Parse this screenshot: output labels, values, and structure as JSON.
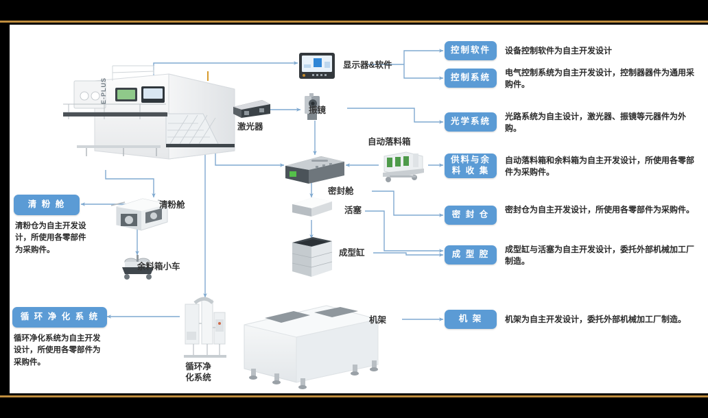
{
  "frame": {
    "background": "#000000",
    "accent_rule_color": "#c08d3e",
    "canvas_color": "#ffffff"
  },
  "theme": {
    "pill_color": "#5b9bd5",
    "wire_color": "#7fa9d0",
    "text_color": "#2b2b2b"
  },
  "machine": {
    "brand_text": "E-PLUS"
  },
  "captions": {
    "display_software": "显示器&软件",
    "laser": "激光器",
    "galvanometer": "振镜",
    "auto_drop_box": "自动落料箱",
    "sealed_chamber": "密封舱",
    "piston": "活塞",
    "forming_cylinder": "成型缸",
    "powder_clean_chamber": "清粉舱",
    "residue_box_cart": "余料箱小车",
    "circulation_purification": "循环净化系统",
    "frame_rack": "机架"
  },
  "right_items": [
    {
      "id": "control-software",
      "label_lines": [
        "控制软件"
      ],
      "description": "设备控制软件为自主开发设计"
    },
    {
      "id": "control-system",
      "label_lines": [
        "控制系统"
      ],
      "description": "电气控制系统为自主开发设计，控制器器件为通用采购件。"
    },
    {
      "id": "optical-system",
      "label_lines": [
        "光学系统"
      ],
      "description": "光路系统为自主设计，激光器、振镜等元器件为外购。"
    },
    {
      "id": "feed-and-residue-collection",
      "label_lines": [
        "供料与余",
        "料 收 集"
      ],
      "description": "自动落料箱和余料箱为自主开发设计，所使用各零部件为采购件。"
    },
    {
      "id": "sealed-chamber",
      "label_lines": [
        "密 封 仓"
      ],
      "description": "密封仓为自主开发设计，所使用各零部件为采购件。"
    },
    {
      "id": "forming-cavity",
      "label_lines": [
        "成 型 腔"
      ],
      "description": "成型缸与活塞为自主开发设计，委托外部机械加工厂制造。"
    },
    {
      "id": "machine-frame",
      "label_lines": [
        "机      架"
      ],
      "description": "机架为自主开发设计，委托外部机械加工厂制造。"
    }
  ],
  "left_items": [
    {
      "id": "powder-cleaning-chamber",
      "label_lines": [
        "清   粉   舱"
      ],
      "description": "清粉仓为自主开发设计，所使用各零部件为采购件。"
    },
    {
      "id": "circulation-purification-system",
      "label_lines": [
        "循 环 净 化 系 统"
      ],
      "description": "循环净化系统为自主开发设计，所使用各零部件为采购件。"
    }
  ]
}
